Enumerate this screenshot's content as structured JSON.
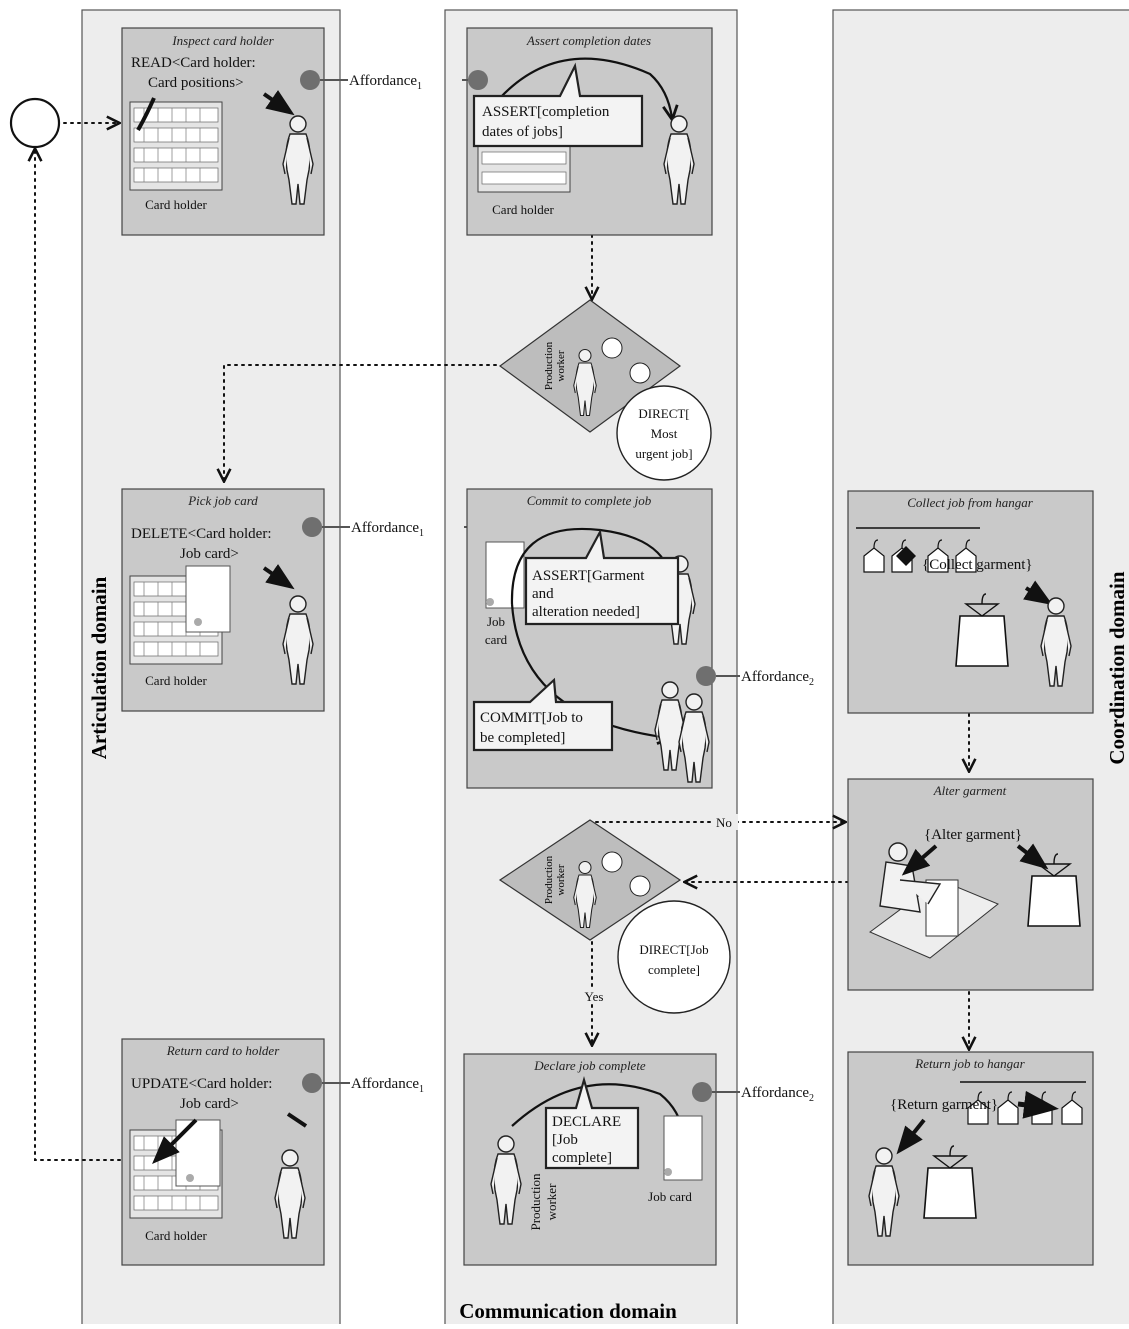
{
  "lanes": {
    "articulation": "Articulation domain",
    "communication": "Communication domain",
    "coordination": "Coordination domain"
  },
  "cards": {
    "inspect": {
      "title": "Inspect card holder",
      "line1": "READ<Card holder:",
      "line2": "Card positions>",
      "caption": "Card holder"
    },
    "assert_dates": {
      "title": "Assert completion dates",
      "bubble1": "ASSERT[completion",
      "bubble2": "dates of jobs]",
      "caption": "Card holder"
    },
    "pick": {
      "title": "Pick job card",
      "line1": "DELETE<Card holder:",
      "line2": "Job card>",
      "caption": "Card holder"
    },
    "commit": {
      "title": "Commit to complete job",
      "assert1": "ASSERT[Garment",
      "assert2": "and",
      "assert3": "alteration needed]",
      "jobcard1": "Job",
      "jobcard2": "card",
      "commit1": "COMMIT[Job to",
      "commit2": "be completed]"
    },
    "collect": {
      "title": "Collect job from hangar",
      "action": "{Collect garment}"
    },
    "alter": {
      "title": "Alter garment",
      "action": "{Alter garment}"
    },
    "return_card": {
      "title": "Return card to holder",
      "line1": "UPDATE<Card holder:",
      "line2": "Job card>",
      "caption": "Card holder"
    },
    "declare": {
      "title": "Declare job complete",
      "bubble1": "DECLARE",
      "bubble2": "[Job",
      "bubble3": "complete]",
      "worker1": "Production",
      "worker2": "worker",
      "caption": "Job card"
    },
    "return_job": {
      "title": "Return job to hangar",
      "action": "{Return garment}"
    }
  },
  "decisions": {
    "d1": {
      "role1": "Production",
      "role2": "worker",
      "direct1": "DIRECT[",
      "direct2": "Most",
      "direct3": "urgent job]"
    },
    "d2": {
      "role1": "Production",
      "role2": "worker",
      "direct1": "DIRECT[Job",
      "direct2": "complete]"
    }
  },
  "affordances": {
    "a1_base": "Affordance",
    "a1_sub": "1",
    "a2_base": "Affordance",
    "a2_sub": "2"
  },
  "branches": {
    "no": "No",
    "yes": "Yes"
  }
}
